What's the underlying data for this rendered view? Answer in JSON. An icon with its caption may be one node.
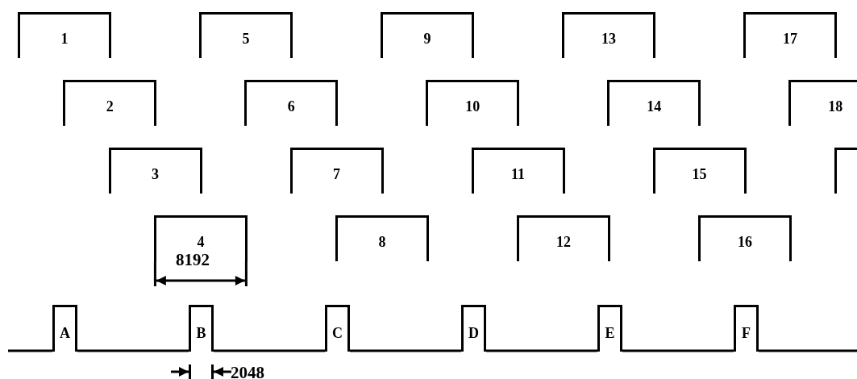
{
  "diagram": {
    "nodes": [
      {
        "text": [
          "1"
        ]
      },
      {
        "text": [
          "2"
        ]
      },
      {
        "text": [
          "3"
        ]
      },
      {
        "text": [
          "4"
        ]
      },
      {
        "text": [
          "5"
        ]
      },
      {
        "text": [
          "6"
        ]
      },
      {
        "text": [
          "7"
        ]
      },
      {
        "text": [
          "8"
        ]
      },
      {
        "text": [
          "9"
        ]
      },
      {
        "text": [
          "10"
        ]
      },
      {
        "text": [
          "11"
        ]
      },
      {
        "text": [
          "12"
        ]
      },
      {
        "text": [
          "13"
        ]
      },
      {
        "text": [
          "14"
        ]
      },
      {
        "text": [
          "15"
        ]
      },
      {
        "text": [
          "16"
        ]
      },
      {
        "text": [
          "17"
        ]
      },
      {
        "text": [
          "18"
        ]
      },
      {
        "text": [],
        "shape": "box"
      },
      {
        "text": [
          "A"
        ]
      },
      {
        "text": [
          "B"
        ]
      },
      {
        "text": [
          "C"
        ]
      },
      {
        "text": [
          "D"
        ]
      },
      {
        "text": [
          "E"
        ]
      },
      {
        "text": [
          "F"
        ]
      }
    ],
    "edges": [
      {
        "from": null,
        "to": 19,
        "arrow": "none"
      },
      {
        "from": 19,
        "to": 20,
        "arrow": "none"
      },
      {
        "from": 20,
        "to": 21,
        "arrow": "none"
      },
      {
        "from": 21,
        "to": 22,
        "arrow": "none"
      },
      {
        "from": 22,
        "to": 23,
        "arrow": "none"
      },
      {
        "from": 23,
        "to": 24,
        "arrow": "none"
      },
      {
        "from": 24,
        "to": null,
        "arrow": "none"
      }
    ],
    "labels": [
      "8192",
      "2048"
    ]
  }
}
